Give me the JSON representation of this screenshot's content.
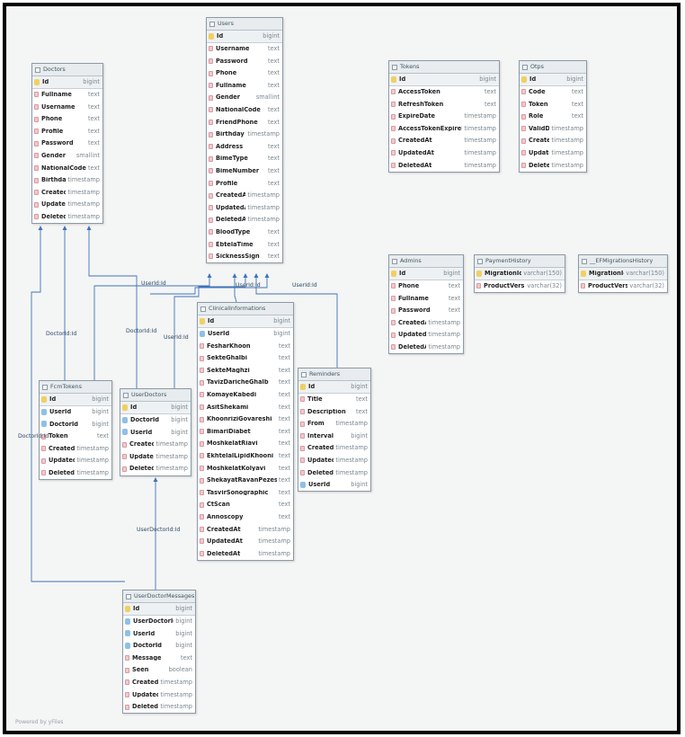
{
  "tables": [
    {
      "id": "users",
      "title": "Users",
      "columns": [
        {
          "name": "Id",
          "type": "bigint",
          "key": "pk"
        },
        {
          "name": "Username",
          "type": "text"
        },
        {
          "name": "Password",
          "type": "text"
        },
        {
          "name": "Phone",
          "type": "text"
        },
        {
          "name": "Fullname",
          "type": "text"
        },
        {
          "name": "Gender",
          "type": "smallint"
        },
        {
          "name": "NationalCode",
          "type": "text"
        },
        {
          "name": "FriendPhone",
          "type": "text"
        },
        {
          "name": "Birthday",
          "type": "timestamp"
        },
        {
          "name": "Address",
          "type": "text"
        },
        {
          "name": "BimeType",
          "type": "text"
        },
        {
          "name": "BimeNumber",
          "type": "text"
        },
        {
          "name": "Profile",
          "type": "text"
        },
        {
          "name": "CreatedAt",
          "type": "timestamp"
        },
        {
          "name": "UpdatedAt",
          "type": "timestamp"
        },
        {
          "name": "DeletedAt",
          "type": "timestamp"
        },
        {
          "name": "BloodType",
          "type": "text"
        },
        {
          "name": "EbtelaTime",
          "type": "text"
        },
        {
          "name": "SicknessSign",
          "type": "text"
        }
      ]
    },
    {
      "id": "doctors",
      "title": "Doctors",
      "columns": [
        {
          "name": "Id",
          "type": "bigint",
          "key": "pk"
        },
        {
          "name": "Fullname",
          "type": "text"
        },
        {
          "name": "Username",
          "type": "text"
        },
        {
          "name": "Phone",
          "type": "text"
        },
        {
          "name": "Profile",
          "type": "text"
        },
        {
          "name": "Password",
          "type": "text"
        },
        {
          "name": "Gender",
          "type": "smallint"
        },
        {
          "name": "NationalCode",
          "type": "text"
        },
        {
          "name": "Birthday",
          "type": "timestamp"
        },
        {
          "name": "CreatedAt",
          "type": "timestamp"
        },
        {
          "name": "UpdatedAt",
          "type": "timestamp"
        },
        {
          "name": "DeletedAt",
          "type": "timestamp"
        }
      ]
    },
    {
      "id": "tokens",
      "title": "Tokens",
      "columns": [
        {
          "name": "Id",
          "type": "bigint",
          "key": "pk"
        },
        {
          "name": "AccessToken",
          "type": "text"
        },
        {
          "name": "RefreshToken",
          "type": "text"
        },
        {
          "name": "ExpireDate",
          "type": "timestamp"
        },
        {
          "name": "AccessTokenExpireDate",
          "type": "timestamp"
        },
        {
          "name": "CreatedAt",
          "type": "timestamp"
        },
        {
          "name": "UpdatedAt",
          "type": "timestamp"
        },
        {
          "name": "DeletedAt",
          "type": "timestamp"
        }
      ]
    },
    {
      "id": "otps",
      "title": "Otps",
      "columns": [
        {
          "name": "Id",
          "type": "bigint",
          "key": "pk"
        },
        {
          "name": "Code",
          "type": "text"
        },
        {
          "name": "Token",
          "type": "text"
        },
        {
          "name": "Role",
          "type": "text"
        },
        {
          "name": "ValidDate",
          "type": "timestamp"
        },
        {
          "name": "CreatedAt",
          "type": "timestamp"
        },
        {
          "name": "UpdatedAt",
          "type": "timestamp"
        },
        {
          "name": "DeletedAt",
          "type": "timestamp"
        }
      ]
    },
    {
      "id": "admins",
      "title": "Admins",
      "columns": [
        {
          "name": "Id",
          "type": "bigint",
          "key": "pk"
        },
        {
          "name": "Phone",
          "type": "text"
        },
        {
          "name": "Fullname",
          "type": "text"
        },
        {
          "name": "Password",
          "type": "text"
        },
        {
          "name": "CreatedAt",
          "type": "timestamp"
        },
        {
          "name": "UpdatedAt",
          "type": "timestamp"
        },
        {
          "name": "DeletedAt",
          "type": "timestamp"
        }
      ]
    },
    {
      "id": "paymenthistory",
      "title": "PaymentHistory",
      "columns": [
        {
          "name": "MigrationId",
          "type": "varchar(150)",
          "key": "pk"
        },
        {
          "name": "ProductVersion",
          "type": "varchar(32)"
        }
      ]
    },
    {
      "id": "efmigrations",
      "title": "__EFMigrationsHistory",
      "columns": [
        {
          "name": "MigrationId",
          "type": "varchar(150)",
          "key": "pk"
        },
        {
          "name": "ProductVersion",
          "type": "varchar(32)"
        }
      ]
    },
    {
      "id": "clinical",
      "title": "ClinicalInformations",
      "columns": [
        {
          "name": "Id",
          "type": "bigint",
          "key": "pk"
        },
        {
          "name": "UserId",
          "type": "bigint",
          "key": "fk"
        },
        {
          "name": "FesharKhoon",
          "type": "text"
        },
        {
          "name": "SekteGhalbi",
          "type": "text"
        },
        {
          "name": "SekteMaghzi",
          "type": "text"
        },
        {
          "name": "TavizDaricheGhalb",
          "type": "text"
        },
        {
          "name": "KomayeKabedi",
          "type": "text"
        },
        {
          "name": "AsitShekami",
          "type": "text"
        },
        {
          "name": "KhoonriziGovareshi",
          "type": "text"
        },
        {
          "name": "BimariDiabet",
          "type": "text"
        },
        {
          "name": "MoshkelatRiavi",
          "type": "text"
        },
        {
          "name": "EkhtelalLipidKhooni",
          "type": "text"
        },
        {
          "name": "MoshkelatKolyavi",
          "type": "text"
        },
        {
          "name": "ShekayatRavanPezeshki",
          "type": "text"
        },
        {
          "name": "TasvirSonographic",
          "type": "text"
        },
        {
          "name": "CtScan",
          "type": "text"
        },
        {
          "name": "Annoscopy",
          "type": "text"
        },
        {
          "name": "CreatedAt",
          "type": "timestamp"
        },
        {
          "name": "UpdatedAt",
          "type": "timestamp"
        },
        {
          "name": "DeletedAt",
          "type": "timestamp"
        }
      ]
    },
    {
      "id": "reminders",
      "title": "Reminders",
      "columns": [
        {
          "name": "Id",
          "type": "bigint",
          "key": "pk"
        },
        {
          "name": "Title",
          "type": "text"
        },
        {
          "name": "Description",
          "type": "text"
        },
        {
          "name": "From",
          "type": "timestamp"
        },
        {
          "name": "Interval",
          "type": "bigint"
        },
        {
          "name": "CreatedAt",
          "type": "timestamp"
        },
        {
          "name": "UpdatedAt",
          "type": "timestamp"
        },
        {
          "name": "DeletedAt",
          "type": "timestamp"
        },
        {
          "name": "UserId",
          "type": "bigint",
          "key": "fk"
        }
      ]
    },
    {
      "id": "fcmtokens",
      "title": "FcmTokens",
      "columns": [
        {
          "name": "Id",
          "type": "bigint",
          "key": "pk"
        },
        {
          "name": "UserId",
          "type": "bigint",
          "key": "fk"
        },
        {
          "name": "DoctorId",
          "type": "bigint",
          "key": "fk"
        },
        {
          "name": "Token",
          "type": "text"
        },
        {
          "name": "CreatedAt",
          "type": "timestamp"
        },
        {
          "name": "UpdatedAt",
          "type": "timestamp"
        },
        {
          "name": "DeletedAt",
          "type": "timestamp"
        }
      ]
    },
    {
      "id": "userdoctors",
      "title": "UserDoctors",
      "columns": [
        {
          "name": "Id",
          "type": "bigint",
          "key": "pk"
        },
        {
          "name": "DoctorId",
          "type": "bigint",
          "key": "fk"
        },
        {
          "name": "UserId",
          "type": "bigint",
          "key": "fk"
        },
        {
          "name": "CreatedAt",
          "type": "timestamp"
        },
        {
          "name": "UpdatedAt",
          "type": "timestamp"
        },
        {
          "name": "DeletedAt",
          "type": "timestamp"
        }
      ]
    },
    {
      "id": "udmessages",
      "title": "UserDoctorMessages",
      "columns": [
        {
          "name": "Id",
          "type": "bigint",
          "key": "pk"
        },
        {
          "name": "UserDoctorId",
          "type": "bigint",
          "key": "fk"
        },
        {
          "name": "UserId",
          "type": "bigint",
          "key": "fk"
        },
        {
          "name": "DoctorId",
          "type": "bigint",
          "key": "fk"
        },
        {
          "name": "Message",
          "type": "text"
        },
        {
          "name": "Seen",
          "type": "boolean"
        },
        {
          "name": "CreatedAt",
          "type": "timestamp"
        },
        {
          "name": "UpdatedAt",
          "type": "timestamp"
        },
        {
          "name": "DeletedAt",
          "type": "timestamp"
        }
      ]
    }
  ],
  "relations": [
    {
      "id": "r1",
      "label": "UserId:Id"
    },
    {
      "id": "r2",
      "label": "UserId:Id"
    },
    {
      "id": "r3",
      "label": "UserId:Id"
    },
    {
      "id": "r4",
      "label": "UserId:Id"
    },
    {
      "id": "r5",
      "label": "UserId:Id"
    },
    {
      "id": "r6",
      "label": "DoctorId:Id"
    },
    {
      "id": "r7",
      "label": "DoctorId:Id"
    },
    {
      "id": "r8",
      "label": "DoctorId:Id"
    },
    {
      "id": "r9",
      "label": "UserDoctorId:Id"
    }
  ],
  "footer": "Powered by yFiles",
  "colors": {
    "link": "#3f73b8",
    "header": "#e8ecee",
    "border": "#8a9ba8"
  }
}
